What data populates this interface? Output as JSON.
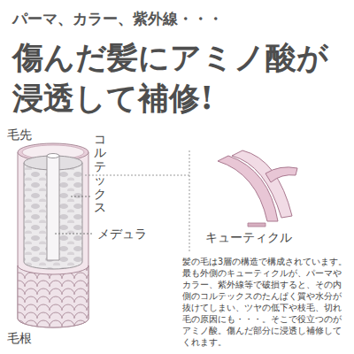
{
  "diagram": {
    "title": "傷んだ髪にアミノ酸が浸透して補修!",
    "labels": [
      "パーマ、カラー、紫外線・・・",
      "毛先",
      "コルテックス",
      "メデュラ",
      "キューティクル",
      "髪の毛は3層の構造で構成されています。最も外側のキューティクルが、パーマやカラー、紫外線等で破損すると、その内側のコルテックスのたんぱく質や水分が抜けてしまい、ツヤの低下や枝毛、切れ毛の原因にも・・・。そこで役立つのがアミノ酸。傷んだ部分に浸透し補修してくれます。",
      "毛根"
    ]
  }
}
